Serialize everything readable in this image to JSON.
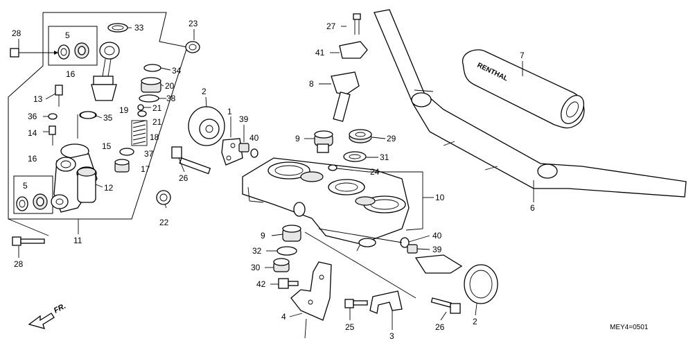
{
  "callouts": [
    {
      "id": "c28a",
      "text": "28"
    },
    {
      "id": "c5a",
      "text": "5"
    },
    {
      "id": "c16a",
      "text": "16"
    },
    {
      "id": "c33",
      "text": "33"
    },
    {
      "id": "c23",
      "text": "23"
    },
    {
      "id": "c34",
      "text": "34"
    },
    {
      "id": "c20",
      "text": "20"
    },
    {
      "id": "c38",
      "text": "38"
    },
    {
      "id": "c19",
      "text": "19"
    },
    {
      "id": "c21a",
      "text": "21"
    },
    {
      "id": "c21b",
      "text": "21"
    },
    {
      "id": "c18",
      "text": "18"
    },
    {
      "id": "c37",
      "text": "37"
    },
    {
      "id": "c17",
      "text": "17"
    },
    {
      "id": "c13",
      "text": "13"
    },
    {
      "id": "c36",
      "text": "36"
    },
    {
      "id": "c35",
      "text": "35"
    },
    {
      "id": "c14",
      "text": "14"
    },
    {
      "id": "c15",
      "text": "15"
    },
    {
      "id": "c16b",
      "text": "16"
    },
    {
      "id": "c5b",
      "text": "5"
    },
    {
      "id": "c12",
      "text": "12"
    },
    {
      "id": "c22",
      "text": "22"
    },
    {
      "id": "c11",
      "text": "11"
    },
    {
      "id": "c28b",
      "text": "28"
    },
    {
      "id": "c2a",
      "text": "2"
    },
    {
      "id": "c1",
      "text": "1"
    },
    {
      "id": "c39a",
      "text": "39"
    },
    {
      "id": "c40a",
      "text": "40"
    },
    {
      "id": "c26a",
      "text": "26"
    },
    {
      "id": "c27",
      "text": "27"
    },
    {
      "id": "c41",
      "text": "41"
    },
    {
      "id": "c8",
      "text": "8"
    },
    {
      "id": "c9a",
      "text": "9"
    },
    {
      "id": "c29",
      "text": "29"
    },
    {
      "id": "c31",
      "text": "31"
    },
    {
      "id": "c24",
      "text": "24"
    },
    {
      "id": "c10",
      "text": "10"
    },
    {
      "id": "c7",
      "text": "7"
    },
    {
      "id": "c6",
      "text": "6"
    },
    {
      "id": "c9b",
      "text": "9"
    },
    {
      "id": "c32",
      "text": "32"
    },
    {
      "id": "c30",
      "text": "30"
    },
    {
      "id": "c42",
      "text": "42"
    },
    {
      "id": "c4",
      "text": "4"
    },
    {
      "id": "c25",
      "text": "25"
    },
    {
      "id": "c3",
      "text": "3"
    },
    {
      "id": "c40b",
      "text": "40"
    },
    {
      "id": "c39b",
      "text": "39"
    },
    {
      "id": "c26b",
      "text": "26"
    },
    {
      "id": "c2b",
      "text": "2"
    }
  ],
  "front_arrow": "FR.",
  "grip_brand": "RENTHAL",
  "diagram_code": "MEY4=0501"
}
